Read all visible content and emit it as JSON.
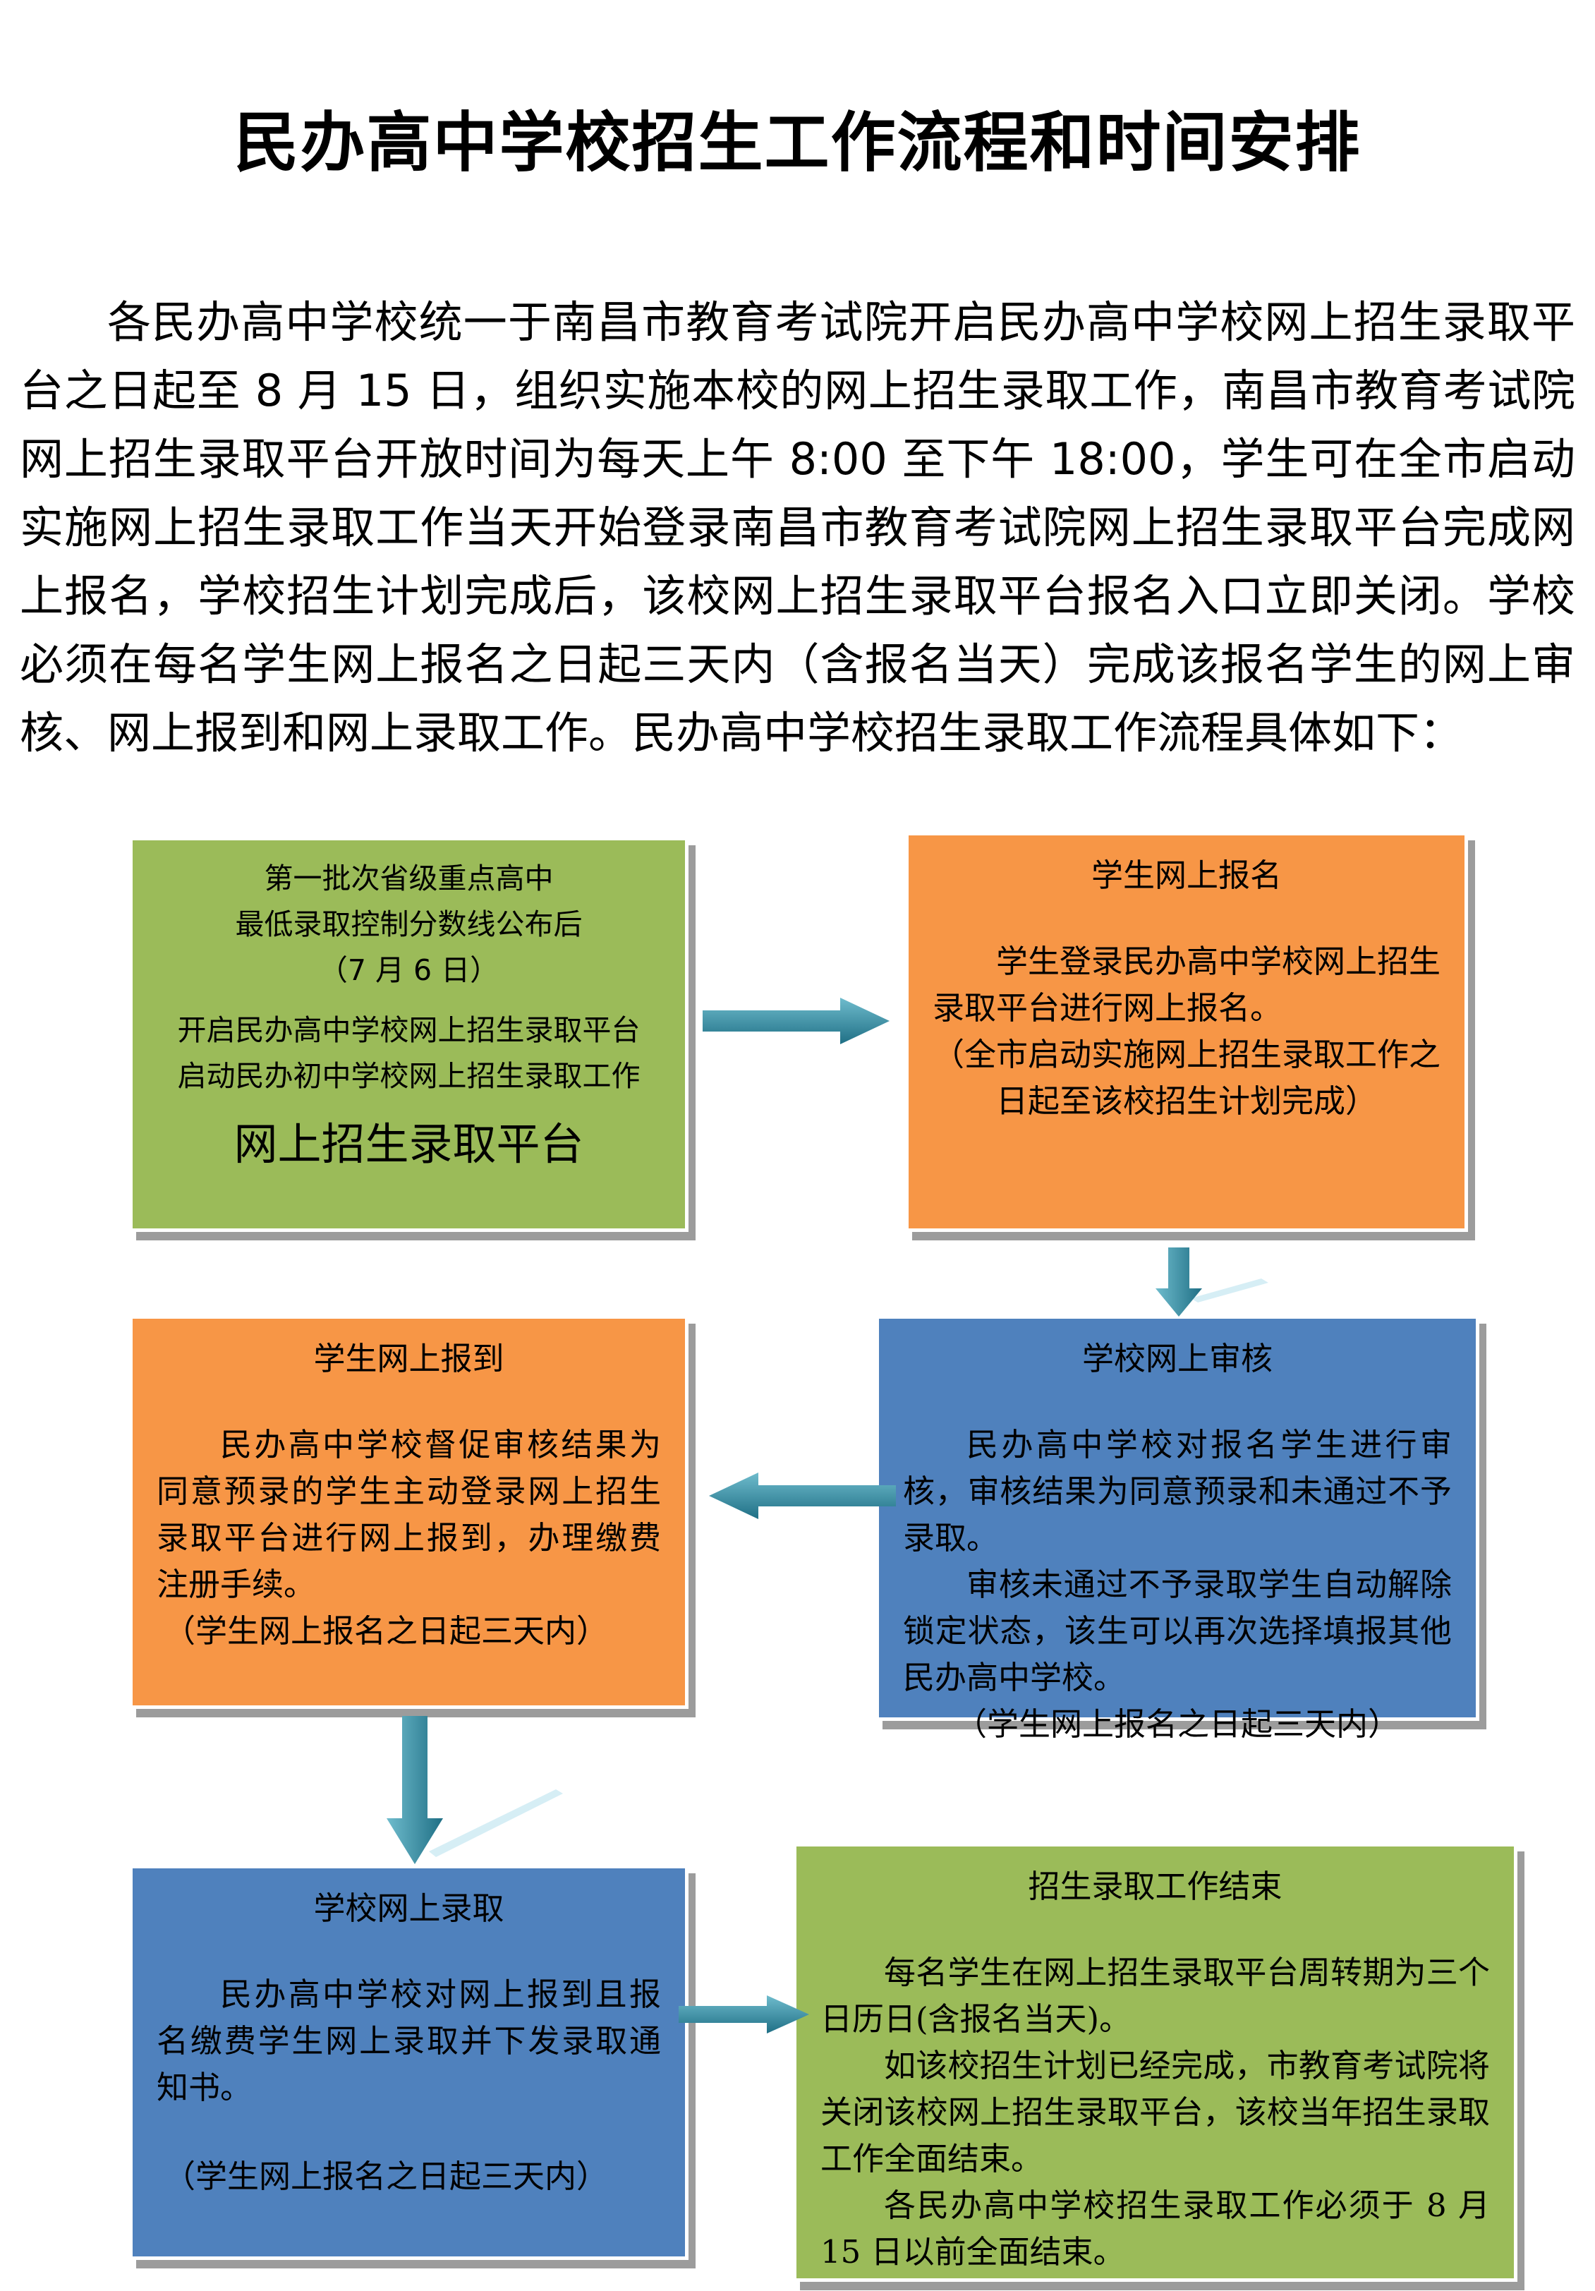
{
  "title": "民办高中学校招生工作流程和时间安排",
  "intro": "各民办高中学校统一于南昌市教育考试院开启民办高中学校网上招生录取平台之日起至 8 月 15 日，组织实施本校的网上招生录取工作，南昌市教育考试院网上招生录取平台开放时间为每天上午 8:00 至下午 18:00，学生可在全市启动实施网上招生录取工作当天开始登录南昌市教育考试院网上招生录取平台完成网上报名，学校招生计划完成后，该校网上招生录取平台报名入口立即关闭。学校必须在每名学生网上报名之日起三天内（含报名当天）完成该报名学生的网上审核、网上报到和网上录取工作。民办高中学校招生录取工作流程具体如下：",
  "boxes": {
    "start": {
      "line1": "第一批次省级重点高中",
      "line2": "最低录取控制分数线公布后",
      "line3": "（7 月 6 日）",
      "line4": "开启民办高中学校网上招生录取平台",
      "line5": "启动民办初中学校网上招生录取工作",
      "line6": "网上招生录取平台"
    },
    "register": {
      "heading": "学生网上报名",
      "body": "学生登录民办高中学校网上招生录取平台进行网上报名。",
      "note": "（全市启动实施网上招生录取工作之日起至该校招生计划完成）"
    },
    "review": {
      "heading": "学校网上审核",
      "body1": "民办高中学校对报名学生进行审核，审核结果为同意预录和未通过不予录取。",
      "body2": "审核未通过不予录取学生自动解除锁定状态，该生可以再次选择填报其他民办高中学校。",
      "note": "（学生网上报名之日起三天内）"
    },
    "checkin": {
      "heading": "学生网上报到",
      "body": "民办高中学校督促审核结果为同意预录的学生主动登录网上招生录取平台进行网上报到，办理缴费注册手续。",
      "note": "（学生网上报名之日起三天内）"
    },
    "admit": {
      "heading": "学校网上录取",
      "body": "民办高中学校对网上报到且报名缴费学生网上录取并下发录取通知书。",
      "note": "（学生网上报名之日起三天内）"
    },
    "end": {
      "heading": "招生录取工作结束",
      "body1": "每名学生在网上招生录取平台周转期为三个日历日(含报名当天)。",
      "body2": "如该校招生计划已经完成，市教育考试院将关闭该校网上招生录取平台，该校当年招生录取工作全面结束。",
      "body3": "各民办高中学校招生录取工作必须于 8 月 15 日以前全面结束。"
    }
  }
}
